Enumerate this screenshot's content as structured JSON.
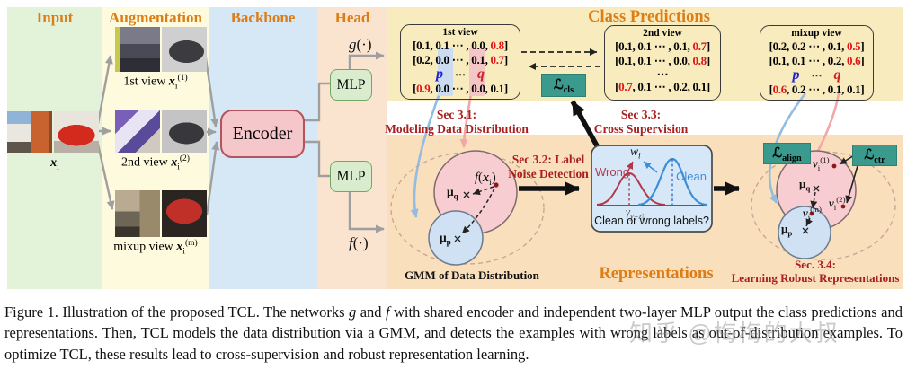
{
  "colors": {
    "input_band": "#e3f3da",
    "augmentation_band": "#fdfadd",
    "backbone_band": "#d6e7f5",
    "head_band": "#fae4d0",
    "predictions_region": "#f8ecbe",
    "representations_region": "#fadfbd",
    "header_orange": "#dd7d16",
    "section_red": "#a81f1f",
    "loss_teal": "#3a9a8d",
    "encoder_pink": "#f5c6ca",
    "mlp_green": "#d9ecce",
    "accent_red": "#e01515",
    "p_blue": "#2222d0",
    "q_red": "#d02222"
  },
  "headers": {
    "input": "Input",
    "augmentation": "Augmentation",
    "backbone": "Backbone",
    "head": "Head",
    "class_predictions": "Class Predictions",
    "representations": "Representations"
  },
  "input": {
    "label_html": "<i><b>x</b></i><sub>i</sub>"
  },
  "augmentation": {
    "first_view_html": "1st view <i><b>x</b></i><sub>i</sub><sup>(1)</sup>",
    "second_view_html": "2nd view <i><b>x</b></i><sub>i</sub><sup>(2)</sup>",
    "mixup_view_html": "mixup view <i><b>x</b></i><sub>i</sub><sup>(m)</sup>"
  },
  "backbone": {
    "encoder": "Encoder"
  },
  "head": {
    "mlp_top": "MLP",
    "mlp_bottom": "MLP",
    "g_html": "<i>g</i>(·)",
    "f_html": "<i>f</i>(·)"
  },
  "predictions": {
    "first_view": {
      "title": "1st view",
      "rows": [
        {
          "pre": "[0.1, 0.1 ⋯ , 0.0, ",
          "hl": "0.8",
          "post": "]"
        },
        {
          "pre": "[0.2, 0.0 ⋯ , 0.1, ",
          "hl": "0.7",
          "post": "]"
        },
        {
          "pre": "[",
          "hl": "0.9",
          "post": ", 0.0 ⋯ , 0.0, 0.1]"
        }
      ],
      "p_html": "p",
      "dots": "⋯",
      "q_html": "q"
    },
    "second_view": {
      "title": "2nd view",
      "rows": [
        {
          "pre": "[0.1, 0.1 ⋯ , 0.1, ",
          "hl": "0.7",
          "post": "]"
        },
        {
          "pre": "[0.1, 0.1 ⋯ , 0.0, ",
          "hl": "0.8",
          "post": "]"
        },
        {
          "pre": "[",
          "hl": "0.7",
          "post": ", 0.1 ⋯ , 0.2, 0.1]"
        }
      ],
      "dots": "⋯"
    },
    "mixup_view": {
      "title": "mixup view",
      "rows": [
        {
          "pre": "[0.2, 0.2 ⋯ , 0.1, ",
          "hl": "0.5",
          "post": "]"
        },
        {
          "pre": "[0.1, 0.1 ⋯ , 0.2, ",
          "hl": "0.6",
          "post": "]"
        },
        {
          "pre": "[",
          "hl": "0.6",
          "post": ", 0.2 ⋯ , 0.1, 0.1]"
        }
      ],
      "p_html": "p",
      "dots": "⋯",
      "q_html": "q"
    }
  },
  "losses": {
    "cls_html": "ℒ<sub>cls</sub>",
    "align_html": "ℒ<sub>align</sub>",
    "ctr_html": "ℒ<sub>ctr</sub>"
  },
  "sections": {
    "sec31_html": "Sec 3.1:<br>Modeling Data Distribution",
    "sec32_html": "Sec 3.2: Label<br>Noise Detection",
    "sec33_html": "Sec 3.3:<br>Cross Supervision",
    "sec34_html": "Sec. 3.4:<br>Learning Robust Representations"
  },
  "gmm": {
    "caption": "GMM of Data Distribution",
    "f_xi_html": "<i>f</i>(<i><b>x</b></i><sub>i</sub>)",
    "mu_q_html": "μ<sub>q</sub>",
    "mu_p_html": "μ<sub>p</sub>"
  },
  "noise_detection": {
    "wrong": "Wrong",
    "clean": "Clean",
    "w_i_html": "w<sub>i</sub>",
    "gamma_html": "γ<sub>y=z|i</sub>",
    "question": "Clean or wrong labels?"
  },
  "representations": {
    "mu_q_html": "μ<sub>q</sub>",
    "mu_p_html": "μ<sub>p</sub>",
    "v1_html": "<i><b>v</b></i><sub>i</sub><sup>(1)</sup>",
    "v2_html": "<i><b>v</b></i><sub>i</sub><sup>(2)</sup>",
    "vm_html": "<i><b>v</b></i><sub>i</sub><sup>(m)</sup>"
  },
  "caption": {
    "text_html": "Figure 1. Illustration of the proposed TCL. The networks <i>g</i> and <i>f</i> with shared encoder and independent two-layer MLP output the class predictions and representations.  Then, TCL models the data distribution via a GMM, and detects the examples with wrong labels as out-of-distribution examples. To optimize TCL, these results lead to cross-supervision and robust representation learning."
  },
  "watermark": "知乎 @梅梅的大叔"
}
